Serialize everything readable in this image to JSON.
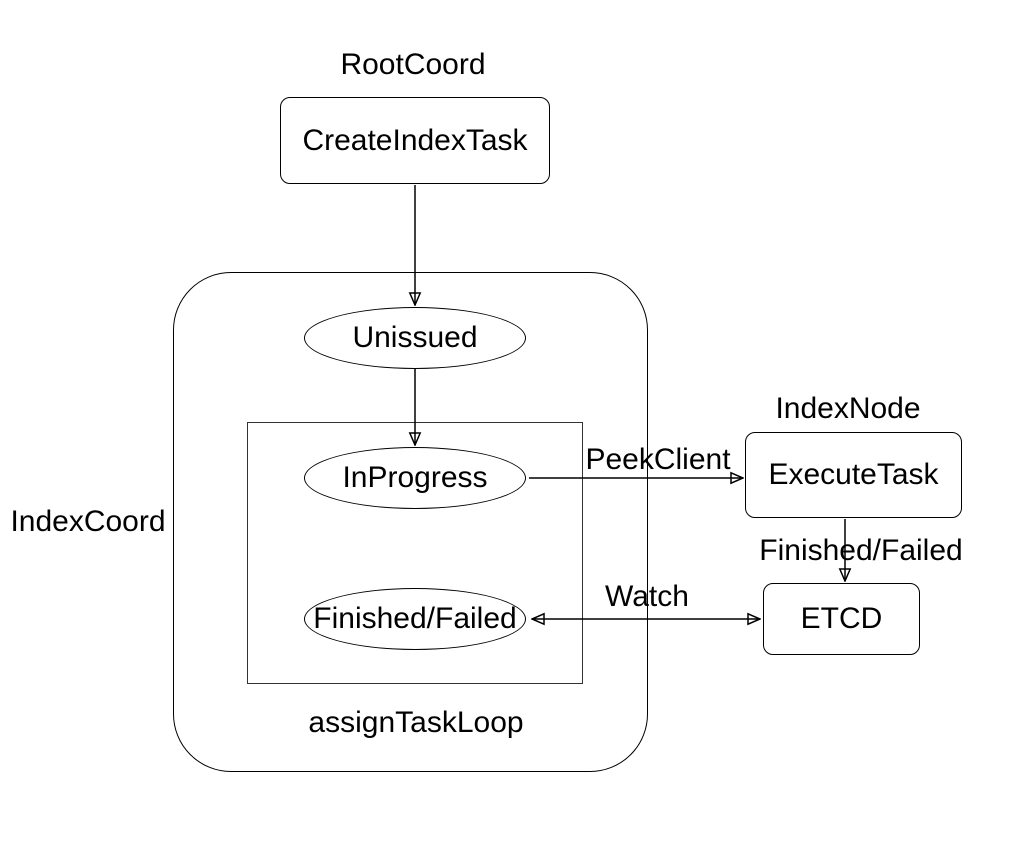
{
  "diagram": {
    "background_color": "#ffffff",
    "stroke_color": "#000000",
    "text_color": "#000000",
    "external_labels": {
      "root_coord": "RootCoord",
      "index_coord": "IndexCoord",
      "index_node": "IndexNode",
      "assign_task_loop": "assignTaskLoop"
    },
    "nodes": {
      "create_index_task": "CreateIndexTask",
      "unissued": "Unissued",
      "in_progress": "InProgress",
      "finished_failed": "Finished/Failed",
      "execute_task": "ExecuteTask",
      "etcd": "ETCD"
    },
    "edge_labels": {
      "peek_client": "PeekClient",
      "finished_failed": "Finished/Failed",
      "watch": "Watch"
    }
  }
}
